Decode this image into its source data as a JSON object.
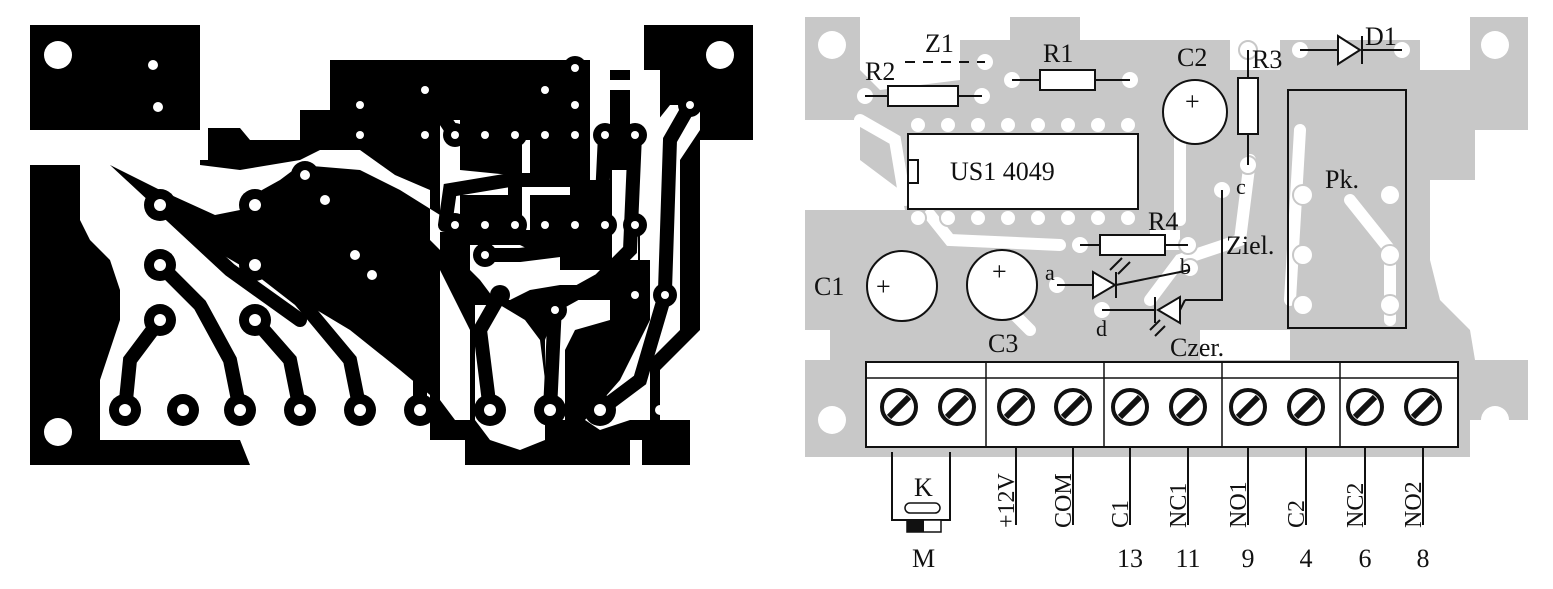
{
  "layout": {
    "left_panel": "pcb-copper-layout",
    "right_panel": "component-placement"
  },
  "components": {
    "r2": "R2",
    "z1": "Z1",
    "r1": "R1",
    "c2": "C2",
    "r3": "R3",
    "d1": "D1",
    "ic": "US1 4049",
    "r4": "R4",
    "c1": "C1",
    "c3": "C3",
    "relay": "Pk.",
    "a": "a",
    "b": "b",
    "c": "c",
    "d": "d",
    "ziel": "Ziel.",
    "czer": "Czer.",
    "k": "K",
    "m": "M",
    "plus": "+"
  },
  "terminals": [
    {
      "label": "",
      "number": ""
    },
    {
      "label": "",
      "number": ""
    },
    {
      "label": "+12V",
      "number": ""
    },
    {
      "label": "COM",
      "number": ""
    },
    {
      "label": "C1",
      "number": "13"
    },
    {
      "label": "NC1",
      "number": "11"
    },
    {
      "label": "NO1",
      "number": "9"
    },
    {
      "label": "C2",
      "number": "4"
    },
    {
      "label": "NC2",
      "number": "6"
    },
    {
      "label": "NO2",
      "number": "8"
    }
  ],
  "colors": {
    "copper": "#000000",
    "board": "#ffffff",
    "trace_gray": "#c8c8c8",
    "ink": "#111111"
  }
}
